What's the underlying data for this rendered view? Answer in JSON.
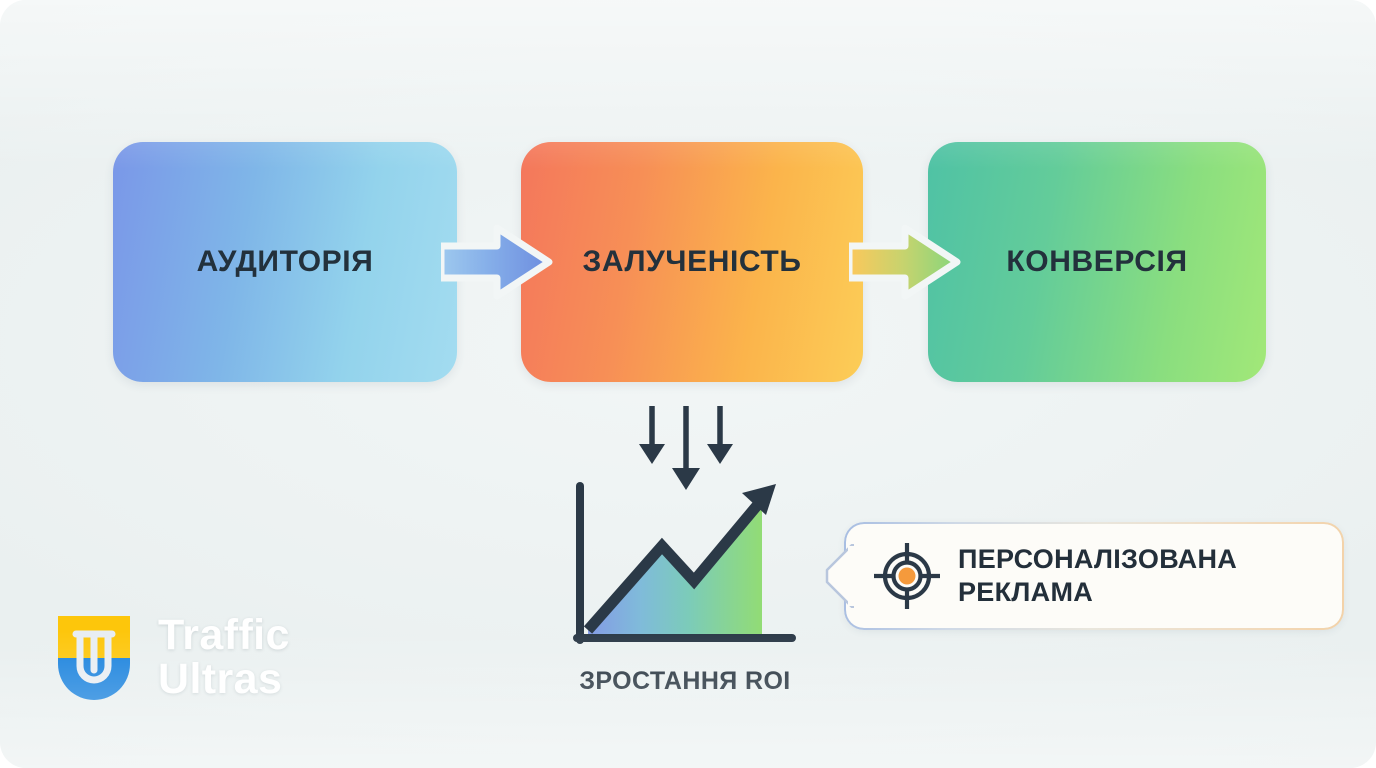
{
  "background": {
    "color": "#eaf0f0"
  },
  "funnel": {
    "stages": [
      {
        "label": "АУДИТОРІЯ",
        "gradient_from": "#7a97e8",
        "gradient_to": "#a3dcf0"
      },
      {
        "label": "ЗАЛУЧЕНІСТЬ",
        "gradient_from": "#f4775c",
        "gradient_to": "#fccd57"
      },
      {
        "label": "КОНВЕРСІЯ",
        "gradient_from": "#4fc2a5",
        "gradient_to": "#a2e878"
      }
    ],
    "connectors": [
      {
        "name": "arrow-audience-to-engagement",
        "gradient_from": "#9ec9ee",
        "gradient_to": "#6f8fe0"
      },
      {
        "name": "arrow-engagement-to-conversion",
        "gradient_from": "#fbc65a",
        "gradient_to": "#8bd77e"
      }
    ]
  },
  "flow_down": {
    "arrow_count": 3,
    "color": "#2b3947"
  },
  "chart": {
    "label": "ЗРОСТАННЯ ROI",
    "axis_color": "#2b3947",
    "line_color": "#2b3947",
    "fill_gradient_from": "#7b93e4",
    "fill_gradient_mid": "#6fc6cf",
    "fill_gradient_to": "#8ada6a"
  },
  "chart_data": {
    "type": "line",
    "title": "ЗРОСТАННЯ ROI",
    "xlabel": "",
    "ylabel": "",
    "x": [
      0,
      1,
      2,
      3,
      4
    ],
    "values": [
      0,
      62,
      44,
      72,
      100
    ],
    "ylim": [
      0,
      100
    ],
    "grid": false,
    "legend": "none",
    "annotations": [
      "arrowhead at final rising point"
    ]
  },
  "callout": {
    "icon": "target-icon",
    "icon_ring_color": "#2b3947",
    "icon_center_color": "#f59a3c",
    "background": "#fdfcf8",
    "lines": [
      "ПЕРСОНАЛІЗОВАНА",
      "РЕКЛАМА"
    ]
  },
  "logo": {
    "mark_name": "traffic-ultras-shield-logo",
    "mark_top_color": "#fdc60b",
    "mark_bottom_color": "#1a82dd",
    "mark_letter_color": "#e8edf2",
    "word_line_1": "Traffic",
    "word_line_2": "Ultras",
    "word_color": "#ffffff"
  }
}
